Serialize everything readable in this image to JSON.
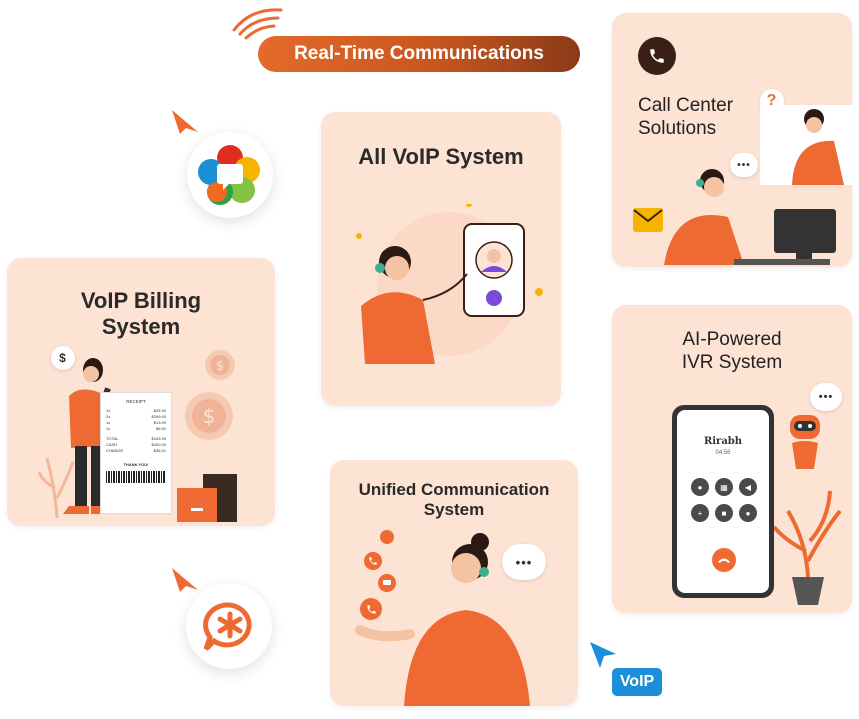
{
  "banner": {
    "label": "Real-Time Communications"
  },
  "cards": {
    "call_center": {
      "title_line1": "Call Center",
      "title_line2": "Solutions"
    },
    "all_voip": {
      "title": "All VoIP System"
    },
    "billing": {
      "title_line1": "VoIP Billing",
      "title_line2": "System",
      "dollar": "$"
    },
    "ivr": {
      "title_line1": "AI-Powered",
      "title_line2": "IVR System",
      "phone_brand": "Rirabh",
      "phone_time": "04:56"
    },
    "unified": {
      "title_line1": "Unified Communication",
      "title_line2": "System"
    }
  },
  "receipt": {
    "title": "RECEIPT",
    "rows": [
      {
        "qty": "1x",
        "price": "$25.90"
      },
      {
        "qty": "2x",
        "price": "$299.00"
      },
      {
        "qty": "1x",
        "price": "$13.99"
      },
      {
        "qty": "1x",
        "price": "$6.50"
      }
    ],
    "totals": [
      {
        "label": "TOTAL",
        "value": "$163.59"
      },
      {
        "label": "CASH",
        "value": "$400.00"
      },
      {
        "label": "CHANGE",
        "value": "$36.01"
      }
    ],
    "thanks": "THANK YOU!"
  },
  "tags": {
    "voip": "VoIP"
  },
  "bubbles": {
    "dots": "•••",
    "question": "?"
  },
  "icons": [
    "wifi-icon",
    "webrtc-logo-icon",
    "asterisk-logo-icon",
    "phone-icon",
    "envelope-icon",
    "cursor-arrow-icon",
    "chat-icon"
  ],
  "colors": {
    "accent": "#ef6a32",
    "card_bg": "#fde3d4",
    "voip_tag": "#1d8fd8",
    "dark": "#3a1f17"
  }
}
